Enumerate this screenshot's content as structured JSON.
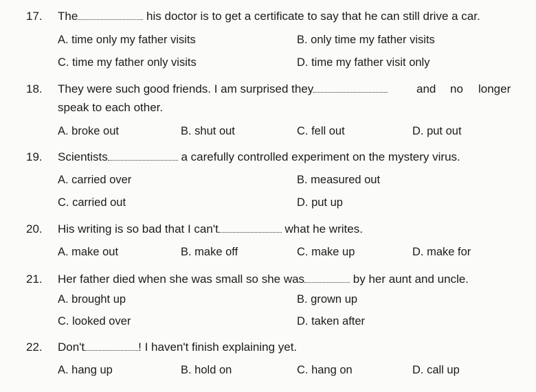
{
  "questions": [
    {
      "num": "17.",
      "pre": "The",
      "post": "his doctor is to get a certificate to say that he can still drive a car.",
      "options": [
        "A. time only my father visits",
        "B. only time my father visits",
        "C. time my father only visits",
        "D. time my father visit only"
      ]
    },
    {
      "num": "18.",
      "pre": "They were such good friends. I am surprised they",
      "post_words": [
        "and",
        "no",
        "longer"
      ],
      "line2": "speak to each other.",
      "options": [
        "A. broke out",
        "B. shut out",
        "C. fell out",
        "D. put out"
      ]
    },
    {
      "num": "19.",
      "pre": "Scientists",
      "post": "a carefully controlled experiment on the mystery virus.",
      "options": [
        "A. carried over",
        "B. measured out",
        "C. carried out",
        "D. put up"
      ]
    },
    {
      "num": "20.",
      "pre": "His writing is so bad that I can't",
      "post": "what he writes.",
      "options": [
        "A. make out",
        "B. make off",
        "C. make up",
        "D. make for"
      ]
    },
    {
      "num": "21.",
      "pre": "Her father died when she was small so she was",
      "post": "by her aunt and uncle.",
      "options": [
        "A. brought up",
        "B. grown up",
        "C. looked over",
        "D. taken after"
      ]
    },
    {
      "num": "22.",
      "pre": "Don't",
      "post": "! I haven't finish explaining yet.",
      "options": [
        "A. hang up",
        "B. hold on",
        "C. hang on",
        "D. call up"
      ]
    }
  ]
}
